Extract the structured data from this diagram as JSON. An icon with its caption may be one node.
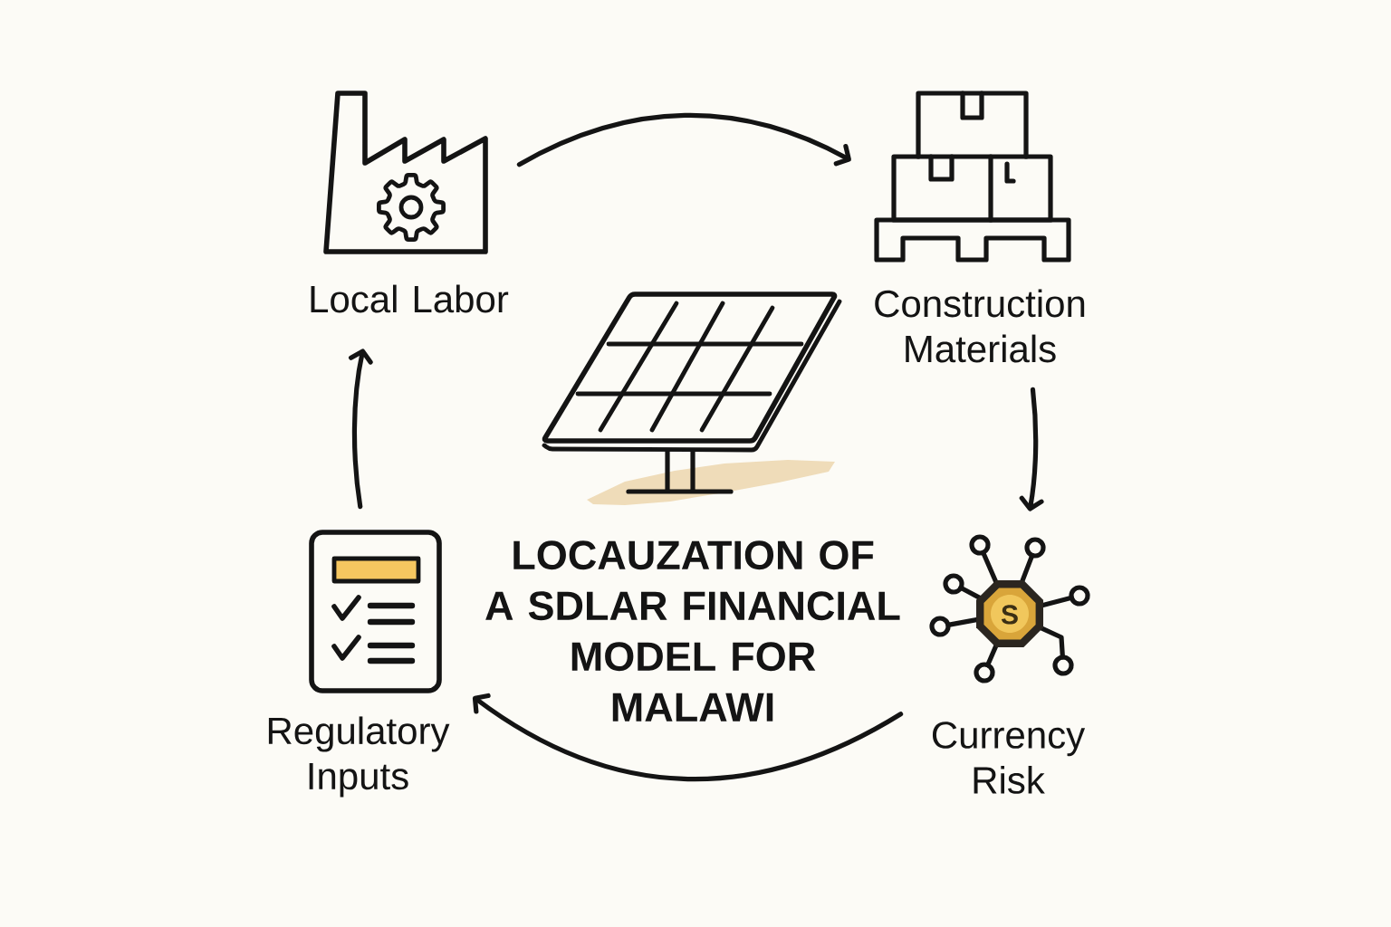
{
  "diagram": {
    "title": "LOCAUZATION OF A SDLAR FINANCIAL MODEL FOR MALAWI",
    "nodes": [
      {
        "text": [
          "Local Labor"
        ]
      },
      {
        "text": [
          "Construction Materials"
        ]
      },
      {
        "text": [
          "Regulatory Inputs"
        ]
      },
      {
        "text": [
          "Currency Risk"
        ]
      }
    ],
    "edges": [
      {
        "from": 0,
        "to": 1,
        "arrow": "to"
      },
      {
        "from": 1,
        "to": 3,
        "arrow": "to"
      },
      {
        "from": 3,
        "to": 2,
        "arrow": "to"
      },
      {
        "from": 2,
        "to": 0,
        "arrow": "to"
      }
    ],
    "labels": [
      "S"
    ]
  }
}
